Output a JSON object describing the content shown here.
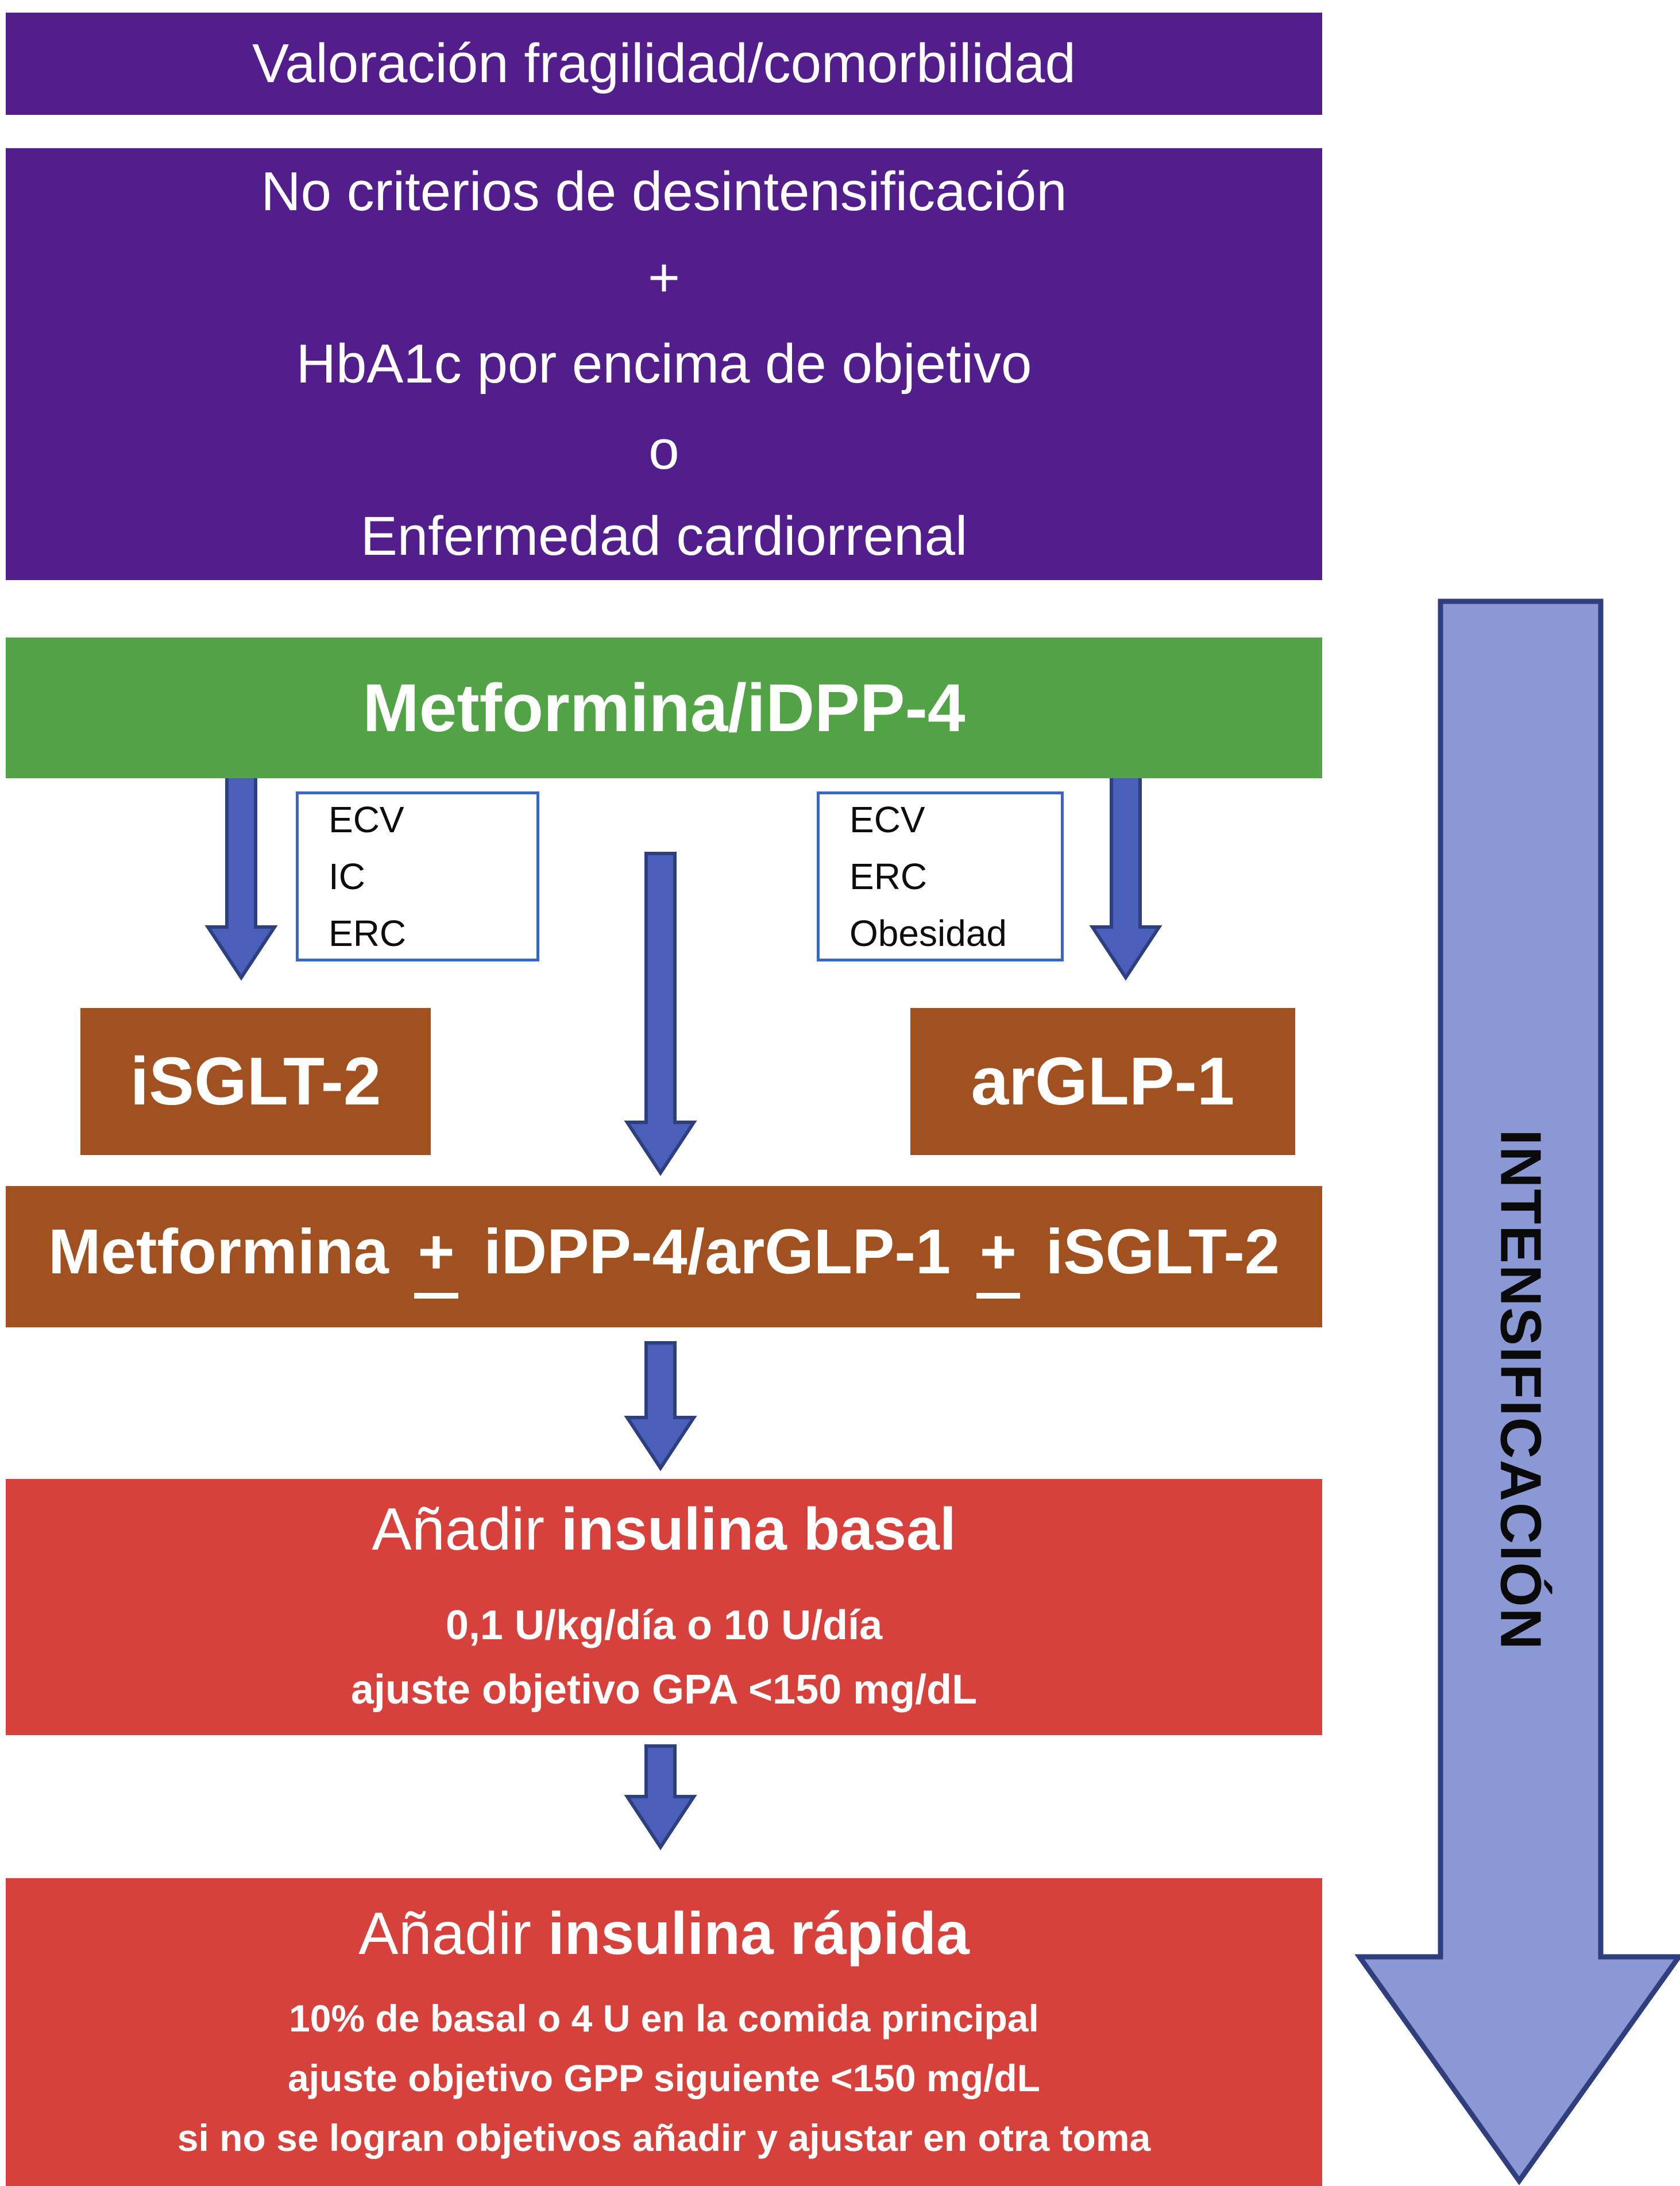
{
  "colors": {
    "purple": "#521E8C",
    "green": "#52A345",
    "brown": "#A0511F",
    "red": "#D6423B",
    "white_box_border": "#3A66C4",
    "small_arrow_fill": "#4A5FBA",
    "small_arrow_border": "#2E3F7E",
    "big_arrow_fill": "#8A98D4",
    "big_arrow_border": "#2F3F7E"
  },
  "assessment": {
    "text": "Valoración fragilidad/comorbilidad"
  },
  "criteria": {
    "lines": [
      "No criterios de desintensificación",
      "+",
      "HbA1c por encima de objetivo",
      "o",
      "Enfermedad cardiorrenal"
    ]
  },
  "metformin": {
    "text": "Metformina/iDPP-4"
  },
  "left_criteria": {
    "lines": [
      "ECV",
      "IC",
      "ERC"
    ]
  },
  "right_criteria": {
    "lines": [
      "ECV",
      "ERC",
      "Obesidad"
    ]
  },
  "isglt2": {
    "text": "iSGLT-2"
  },
  "arglp1": {
    "text": "arGLP-1"
  },
  "combo": {
    "part1": "Metformina",
    "plus1": "+",
    "part2": "iDPP-4/arGLP-1",
    "plus2": "+",
    "part3": "iSGLT-2"
  },
  "basal": {
    "title_prefix": "Añadir ",
    "title_bold": "insulina basal",
    "line1": "0,1 U/kg/día o 10 U/día",
    "line2": "ajuste objetivo GPA <150 mg/dL"
  },
  "rapid": {
    "title_prefix": "Añadir ",
    "title_bold": "insulina rápida",
    "line1": "10% de basal o 4 U en la comida principal",
    "line2": "ajuste objetivo GPP siguiente <150 mg/dL",
    "line3": "si no se logran objetivos añadir y ajustar en otra toma"
  },
  "intensification": "INTENSIFICACIÓN"
}
